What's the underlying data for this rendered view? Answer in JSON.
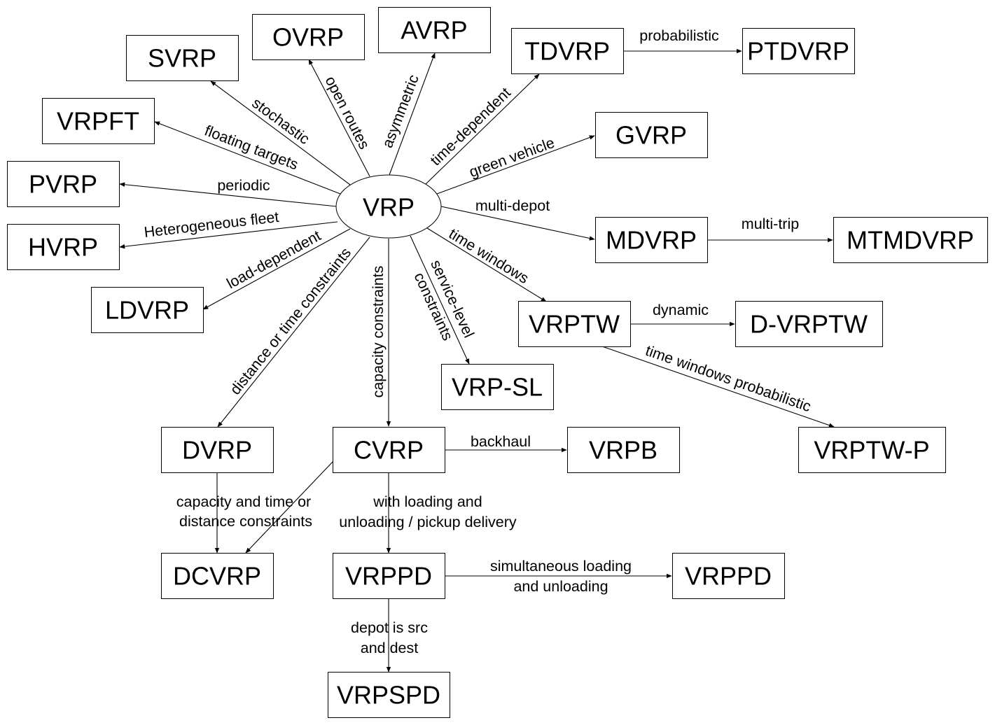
{
  "nodes": {
    "vrp": "VRP",
    "svrp": "SVRP",
    "ovrp": "OVRP",
    "avrp": "AVRP",
    "tdvrp": "TDVRP",
    "ptdvrp": "PTDVRP",
    "vrpft": "VRPFT",
    "gvrp": "GVRP",
    "pvrp": "PVRP",
    "hvrp": "HVRP",
    "mdvrp": "MDVRP",
    "mtmdvrp": "MTMDVRP",
    "ldvrp": "LDVRP",
    "vrptw": "VRPTW",
    "dvrptw": "D-VRPTW",
    "vrpsl": "VRP-SL",
    "dvrp": "DVRP",
    "cvrp": "CVRP",
    "vrpb": "VRPB",
    "vrptwp": "VRPTW-P",
    "dcvrp": "DCVRP",
    "vrppd": "VRPPD",
    "vrppd2": "VRPPD",
    "vrpspd": "VRPSPD"
  },
  "edges": {
    "stochastic": "stochastic",
    "open_routes": "open routes",
    "asymmetric": "asymmetric",
    "time_dependent": "time-dependent",
    "probabilistic": "probabilistic",
    "floating_targets": "floating targets",
    "green_vehicle": "green vehicle",
    "periodic": "periodic",
    "multi_depot": "multi-depot",
    "multi_trip": "multi-trip",
    "heterogeneous_fleet": "Heterogeneous fleet",
    "load_dependent": "load-dependent",
    "time_windows": "time windows",
    "dynamic": "dynamic",
    "service_level_1": "service-level",
    "service_level_2": "constraints",
    "time_windows_probabilistic": "time windows probabilistic",
    "distance_or_time": "distance or time constraints",
    "capacity_constraints": "capacity constraints",
    "backhaul": "backhaul",
    "cap_time_dist_1": "capacity and time or",
    "cap_time_dist_2": "distance constraints",
    "loading_1": "with loading and",
    "loading_2": "unloading / pickup delivery",
    "simultaneous_1": "simultaneous loading",
    "simultaneous_2": "and unloading",
    "depot_1": "depot is src",
    "depot_2": "and dest"
  }
}
